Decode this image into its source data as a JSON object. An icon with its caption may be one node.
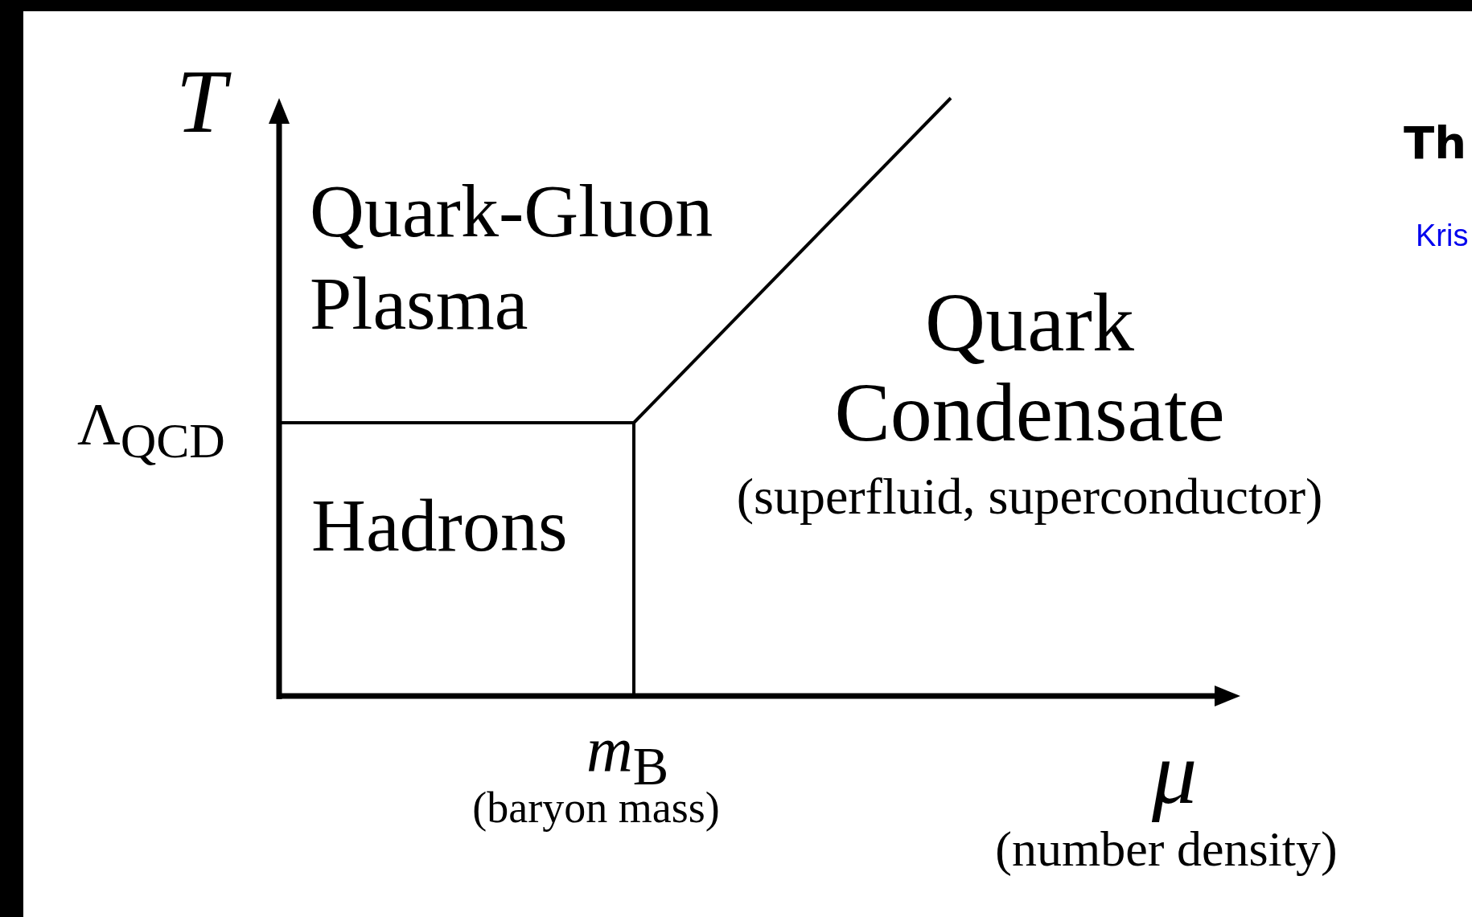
{
  "diagram": {
    "labels": [
      "T",
      "Quark-Gluon Plasma",
      "Th",
      "Kris",
      "Quark Condensate",
      "(superfluid, superconductor)",
      "Λ$_{QCD}$",
      "Hadrons",
      "*m*$_{B}$",
      "(baryon mass)",
      "μ",
      "(number density)"
    ]
  }
}
